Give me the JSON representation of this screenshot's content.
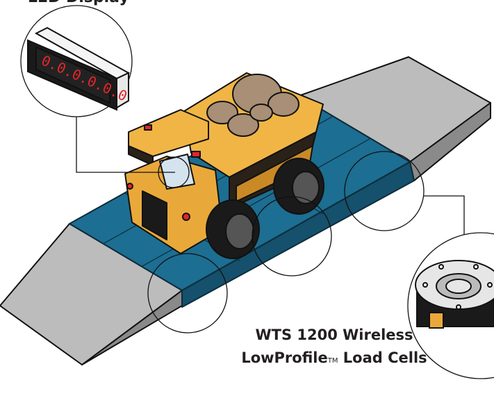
{
  "display_label": "LED Display",
  "display_readout": "0.0.0.0.0.0",
  "caption": {
    "line1": "WTS 1200 Wireless",
    "line2_a": "LowProfile",
    "line2_tm": "TM",
    "line2_b": " Load Cells"
  },
  "colors": {
    "platform": "#1c6e92",
    "ramp": "#b9b9b9",
    "truck": "#e9a93a",
    "led": "#e0262b"
  }
}
